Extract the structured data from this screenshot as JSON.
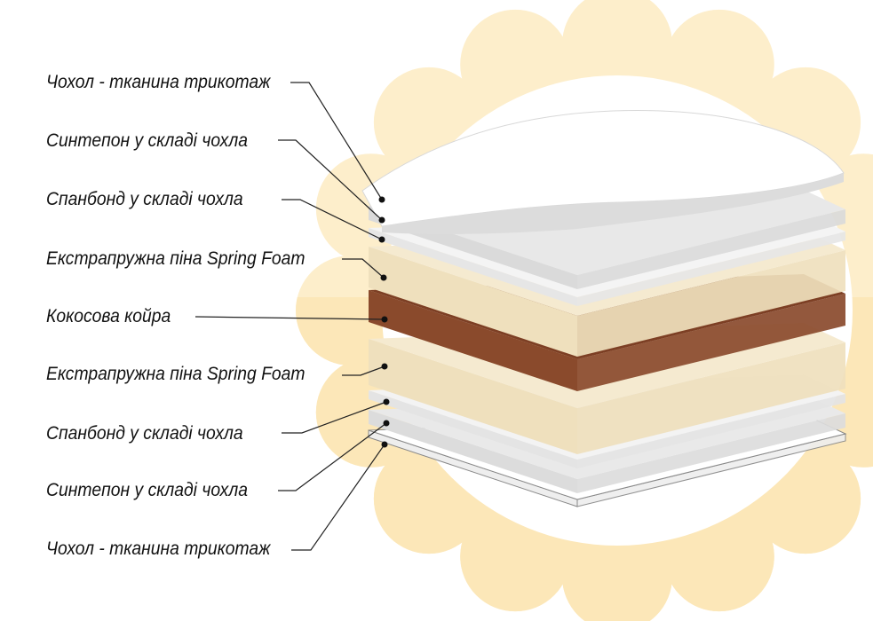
{
  "colors": {
    "background_flower": "#fdeecb",
    "background_flower_lower": "#fce7b8",
    "foam": "#f5ead0",
    "coconut": "#8a4a2c",
    "white_layer": "#f2f2f2",
    "leader_line": "#222222"
  },
  "labels": [
    "Чохол - тканина трикотаж",
    "Синтепон у складі чохла",
    "Спанбонд у складі чохла",
    "Екстрапружна піна Spring Foam",
    "Кокосова койра",
    "Екстрапружна піна Spring Foam",
    "Спанбонд у складі чохла",
    "Синтепон у складі чохла",
    "Чохол - тканина трикотаж"
  ]
}
